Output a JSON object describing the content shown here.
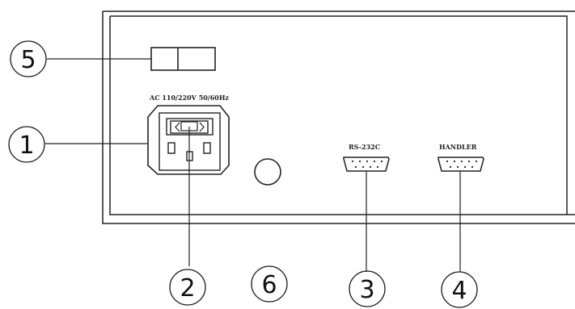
{
  "panel": {
    "power_label": "AC 110/220V 50/60Hz",
    "rs232_label": "RS-232C",
    "handler_label": "HANDLER"
  },
  "callouts": {
    "c1": "1",
    "c2": "2",
    "c3": "3",
    "c4": "4",
    "c5": "5",
    "c6": "6"
  },
  "colors": {
    "line": "#222222",
    "background": "#ffffff"
  }
}
